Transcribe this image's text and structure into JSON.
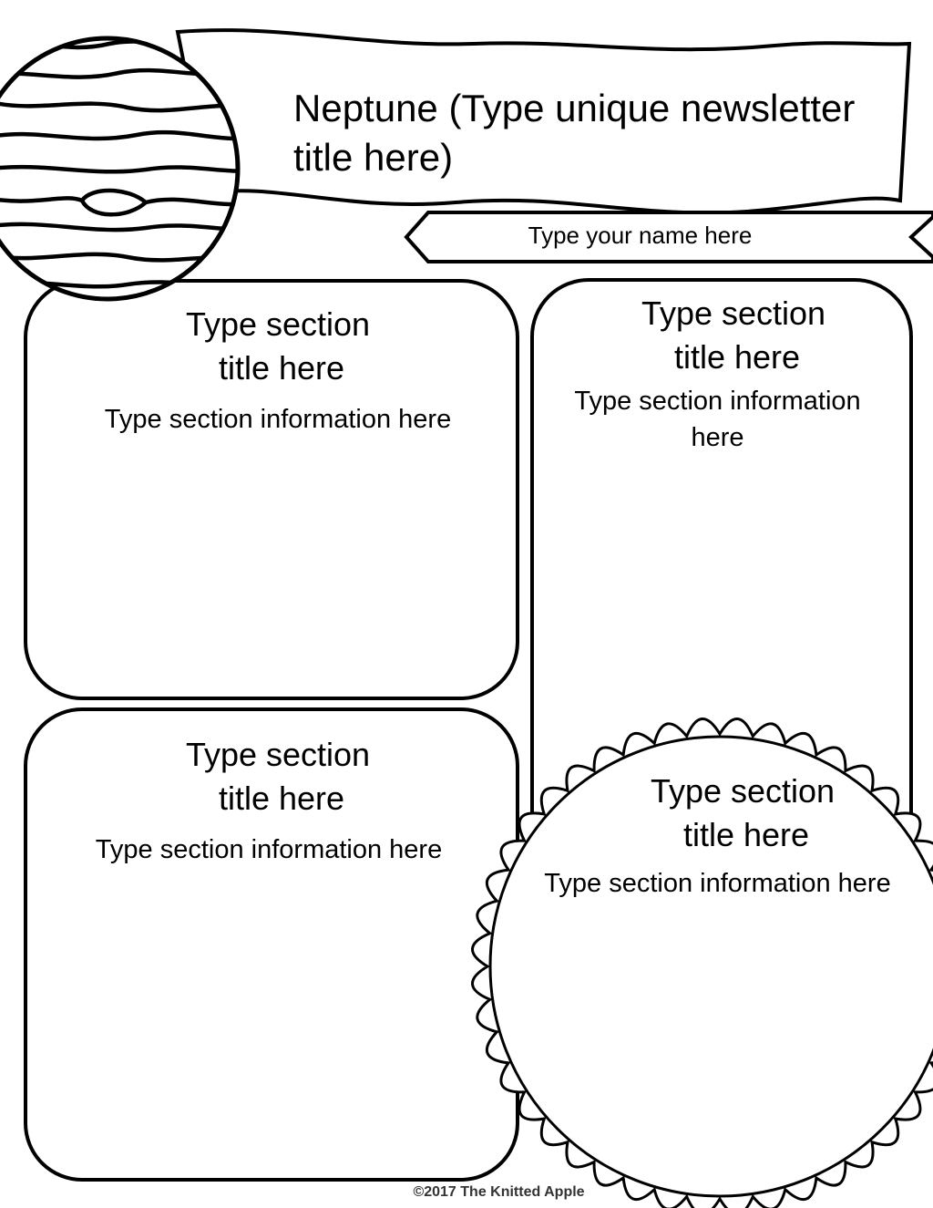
{
  "newsletter": {
    "title": "Neptune (Type unique newsletter title here)",
    "author": "Type your name here"
  },
  "sections": [
    {
      "title_line1": "Type section",
      "title_line2": "title here",
      "info": "Type section information here"
    },
    {
      "title_line1": "Type section",
      "title_line2": "title here",
      "info_line1": "Type section information",
      "info_line2": "here"
    },
    {
      "title_line1": "Type section",
      "title_line2": "title here",
      "info": "Type section information here"
    },
    {
      "title_line1": "Type section",
      "title_line2": "title here",
      "info": "Type section information here"
    }
  ],
  "footer": {
    "credit": "©2017 The Knitted Apple"
  },
  "icons": [
    "planet-icon",
    "sun-icon"
  ]
}
